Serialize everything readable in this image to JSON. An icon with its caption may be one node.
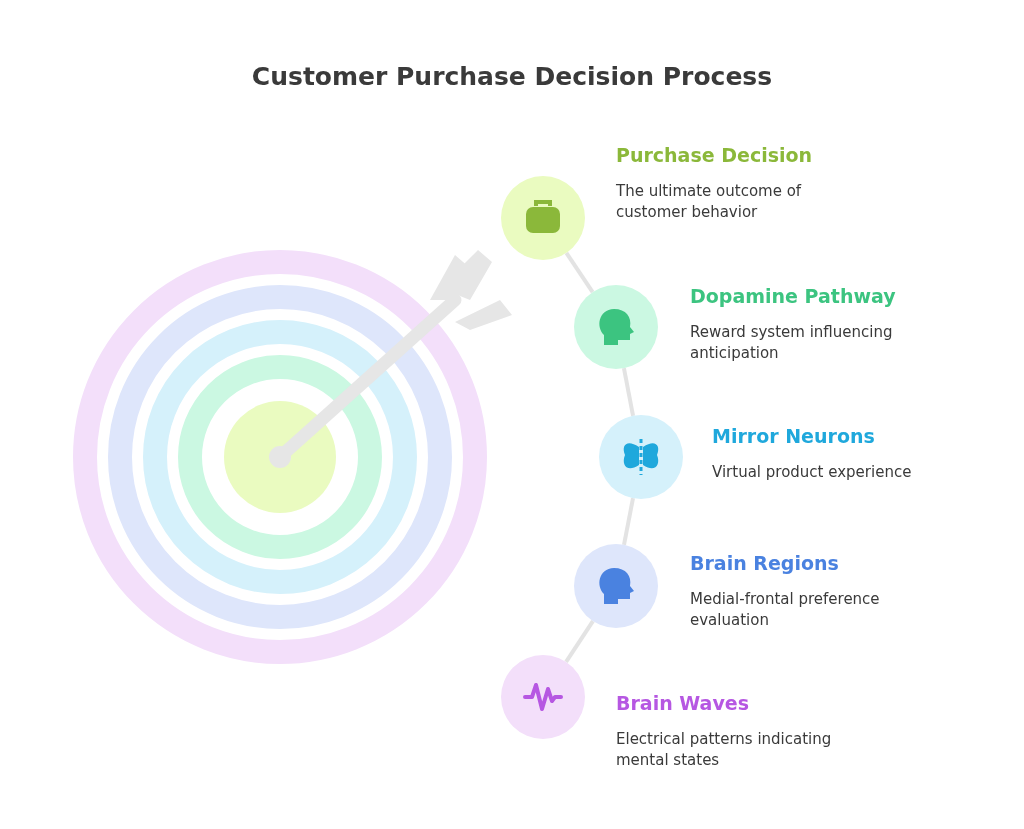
{
  "diagram": {
    "title": "Customer Purchase Decision Process",
    "nodes": [
      {
        "text": [
          "Purchase Decision",
          "The ultimate outcome of customer behavior"
        ]
      },
      {
        "text": [
          "Dopamine Pathway",
          "Reward system influencing anticipation"
        ]
      },
      {
        "text": [
          "Mirror Neurons",
          "Virtual product experience"
        ]
      },
      {
        "text": [
          "Brain Regions",
          "Medial-frontal preference evaluation"
        ]
      },
      {
        "text": [
          "Brain Waves",
          "Electrical patterns indicating mental states"
        ]
      }
    ],
    "edges": [
      {
        "from": 0,
        "to": 1,
        "arrow": "none"
      },
      {
        "from": 1,
        "to": 2,
        "arrow": "none"
      },
      {
        "from": 2,
        "to": 3,
        "arrow": "none"
      },
      {
        "from": 3,
        "to": 4,
        "arrow": "none"
      }
    ]
  }
}
